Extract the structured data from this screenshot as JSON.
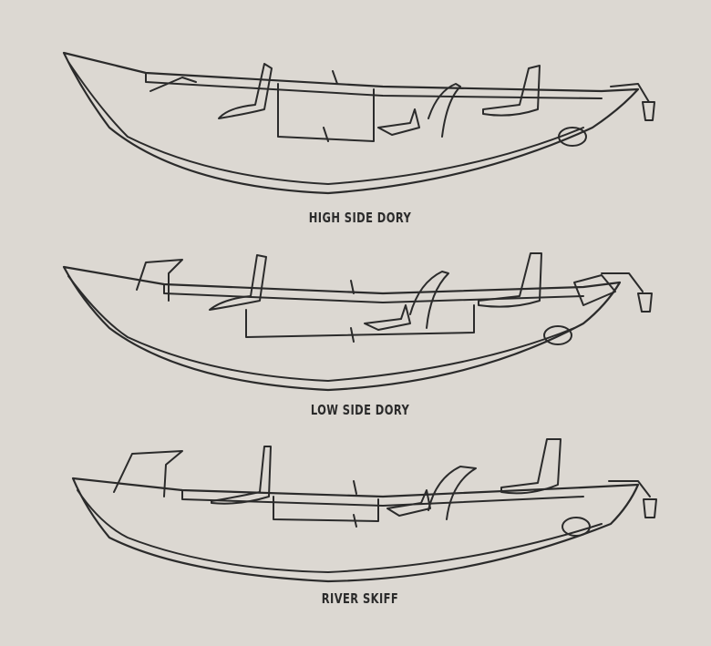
{
  "boats": [
    {
      "name": "HIGH SIDE DORY"
    },
    {
      "name": "LOW SIDE DORY"
    },
    {
      "name": "RIVER SKIFF"
    }
  ],
  "colors": {
    "background": "#dcd8d2",
    "ink": "#2b2b2b"
  }
}
